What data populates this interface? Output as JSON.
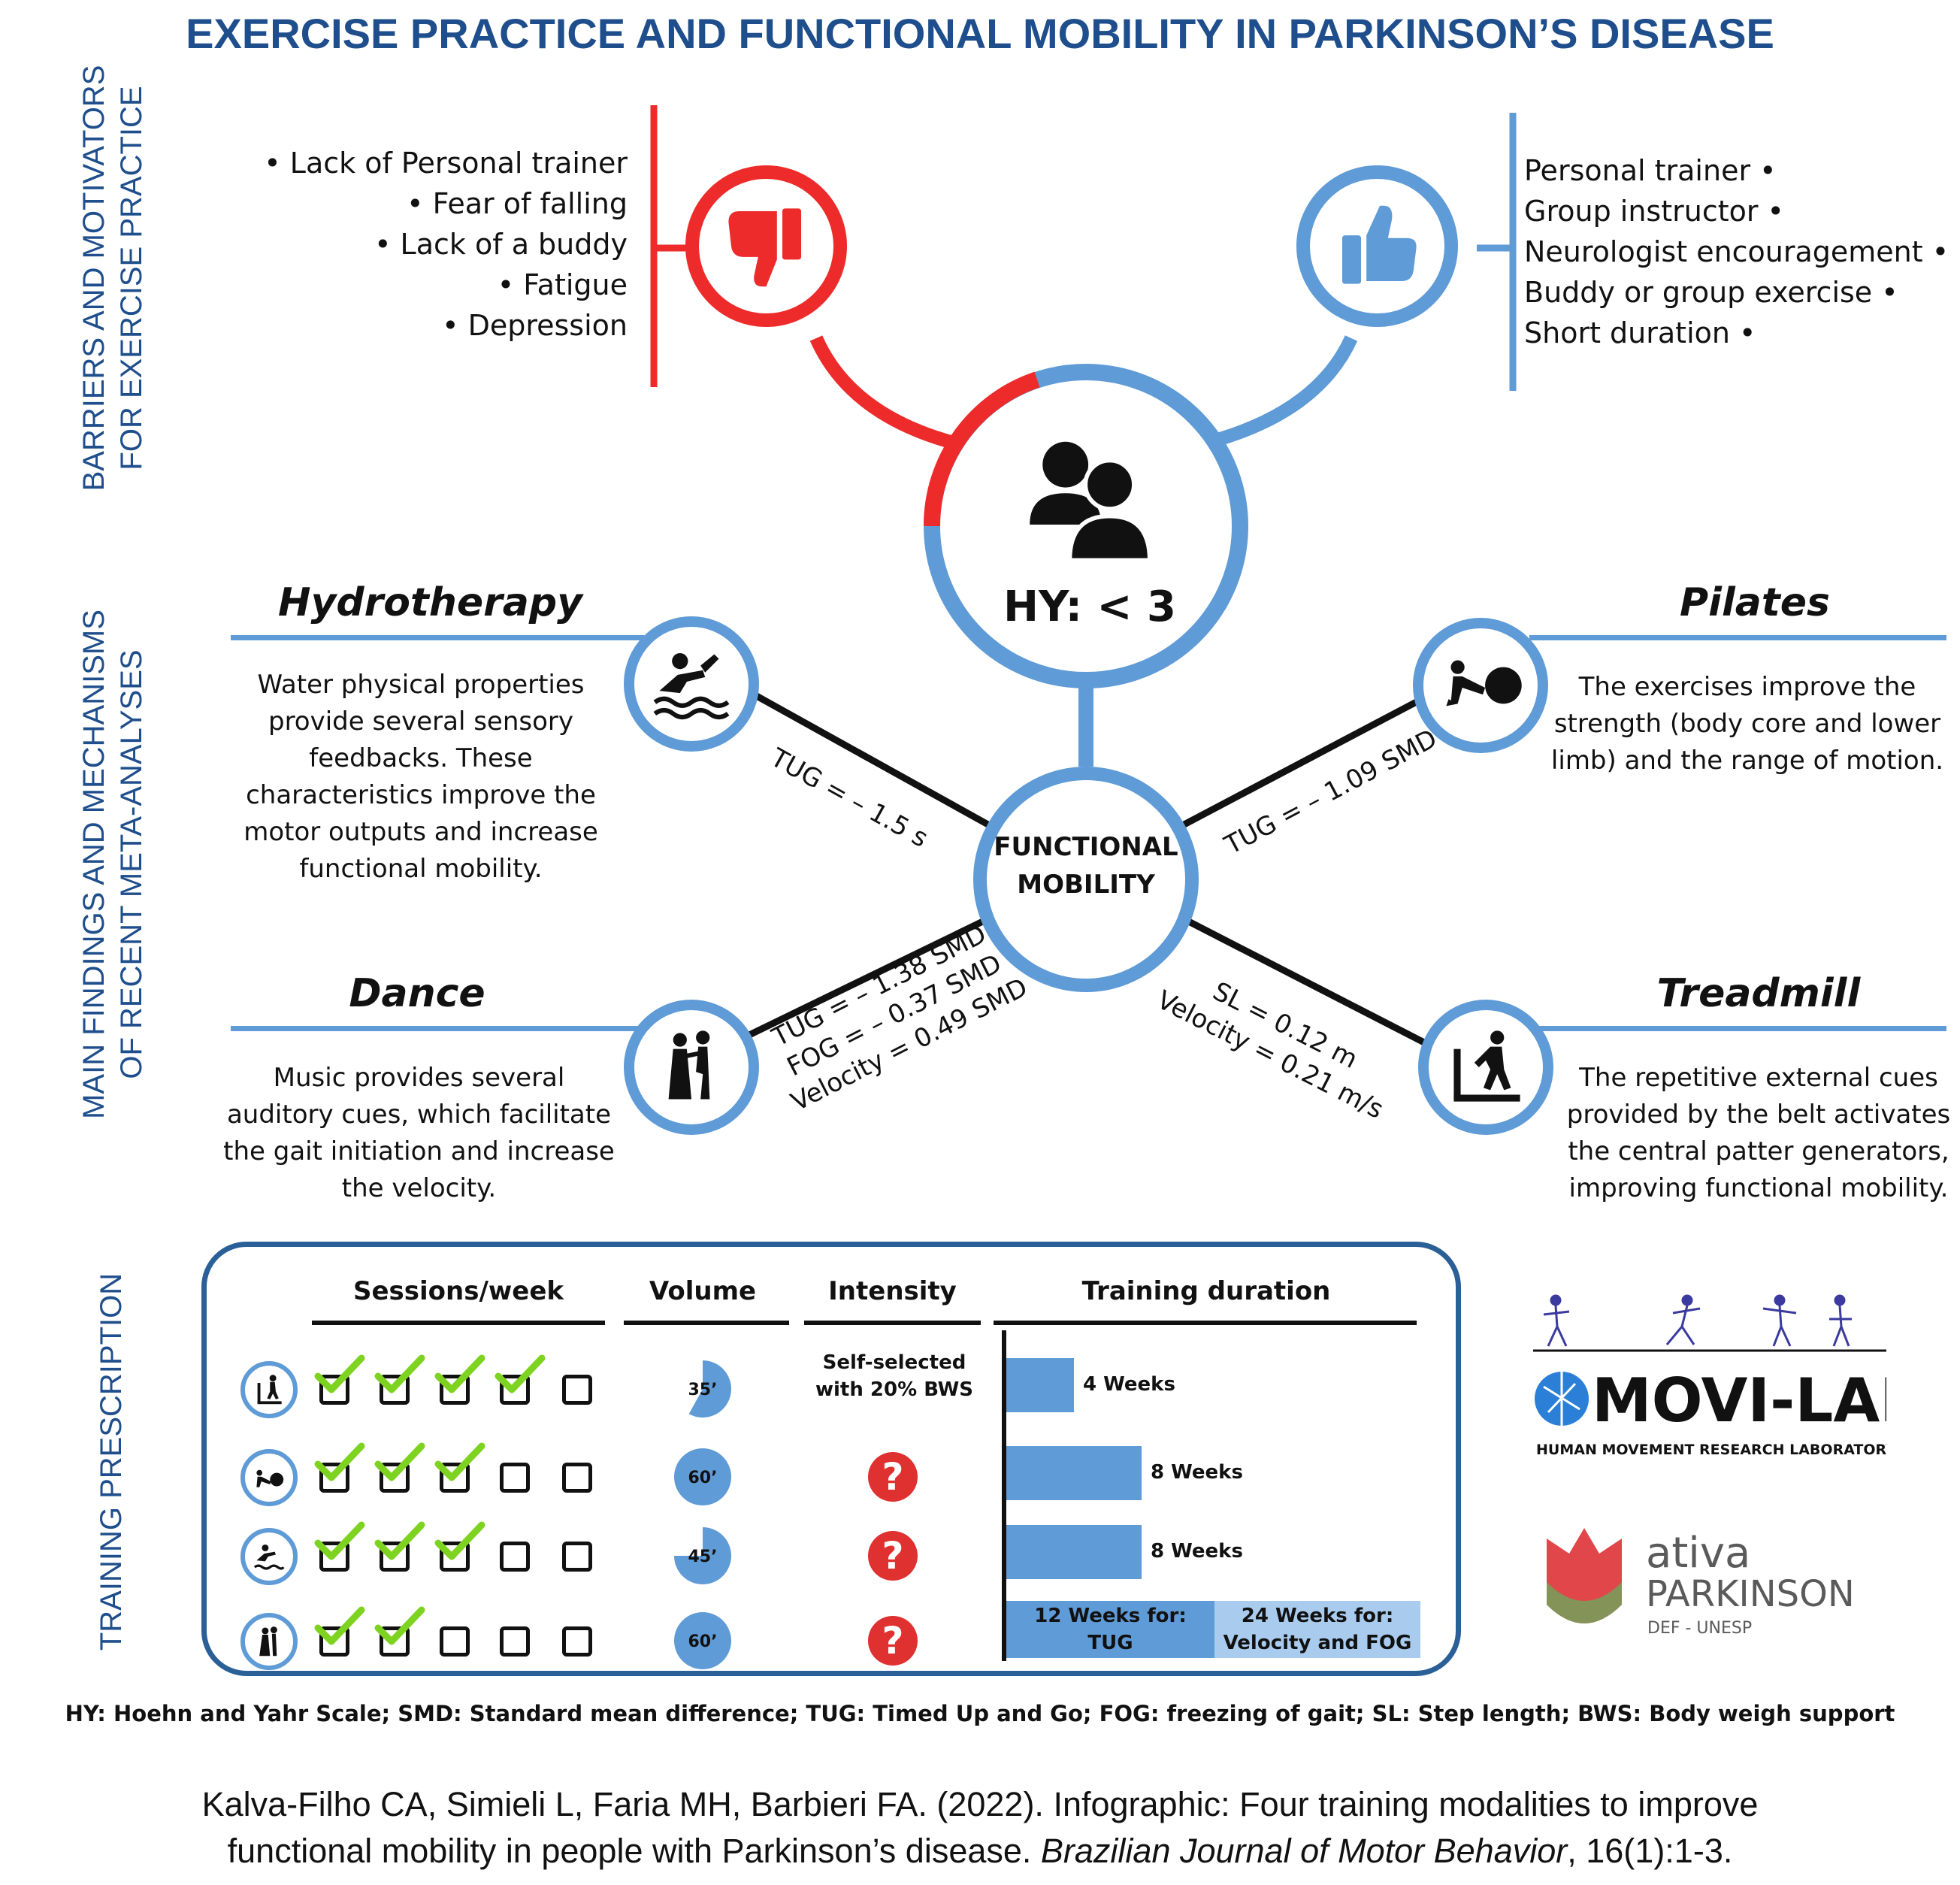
{
  "title": "EXERCISE PRACTICE AND FUNCTIONAL MOBILITY IN PARKINSON’S DISEASE",
  "side_labels": {
    "barriers": [
      "BARRIERS AND MOTIVATORS",
      "FOR EXERCISE PRACTICE"
    ],
    "findings": [
      "MAIN FINDINGS AND MECHANISMS",
      "OF RECENT META-ANALYSES"
    ],
    "prescription": "TRAINING PRESCRIPTION"
  },
  "barriers": [
    "• Lack of Personal trainer",
    "• Fear of falling",
    "• Lack of a buddy",
    "• Fatigue",
    "• Depression"
  ],
  "motivators": [
    "Personal trainer •",
    "Group instructor •",
    "Neurologist encouragement •",
    "Buddy or group exercise •",
    "Short duration •"
  ],
  "center": {
    "hy": "HY: < 3",
    "functional": [
      "FUNCTIONAL",
      "MOBILITY"
    ]
  },
  "modalities": {
    "hydrotherapy": {
      "title": "Hydrotherapy",
      "desc": "Water physical properties provide several sensory feedbacks. These characteristics improve the motor outputs and increase functional mobility.",
      "stat": "TUG = – 1.5 s"
    },
    "pilates": {
      "title": "Pilates",
      "desc": "The exercises improve the strength (body core and lower limb) and the range of motion.",
      "stat": "TUG = – 1.09 SMD"
    },
    "dance": {
      "title": "Dance",
      "desc": "Music provides several auditory cues, which facilitate the gait initiation and increase the velocity.",
      "stats": [
        "TUG = – 1.38 SMD",
        "FOG = – 0.37 SMD",
        "Velocity = 0.49 SMD"
      ]
    },
    "treadmill": {
      "title": "Treadmill",
      "desc": "The repetitive external cues provided by the belt activates the central patter generators, improving functional mobility.",
      "stats": [
        "SL = 0.12 m",
        "Velocity = 0.21 m/s"
      ]
    }
  },
  "prescription": {
    "headers": {
      "sessions": "Sessions/week",
      "volume": "Volume",
      "intensity": "Intensity",
      "duration": "Training duration"
    },
    "rows": [
      {
        "icon": "treadmill-icon",
        "sessions": 4,
        "volume": "35’",
        "volume_fraction": 0.58,
        "intensity": "Self-selected with 20% BWS",
        "duration": "4 Weeks",
        "weeks": 4
      },
      {
        "icon": "pilates-icon",
        "sessions": 3,
        "volume": "60’",
        "volume_fraction": 1.0,
        "intensity": "?",
        "duration": "8 Weeks",
        "weeks": 8
      },
      {
        "icon": "hydrotherapy-icon",
        "sessions": 3,
        "volume": "45’",
        "volume_fraction": 0.75,
        "intensity": "?",
        "duration": "8 Weeks",
        "weeks": 8
      },
      {
        "icon": "dance-icon",
        "sessions": 2,
        "volume": "60’",
        "volume_fraction": 1.0,
        "intensity": "?",
        "duration_split": [
          "12 Weeks for: TUG",
          "24 Weeks for: Velocity and FOG"
        ]
      }
    ]
  },
  "logos": {
    "movilab": "MOVI-LAB",
    "movilab_sub": "HUMAN MOVEMENT RESEARCH LABORATORY",
    "ativa": "ativa",
    "parkinson": "PARKINSON",
    "ativa_sub": "DEF - UNESP"
  },
  "abbreviations": "HY: Hoehn and Yahr Scale; SMD: Standard mean difference; TUG: Timed Up and Go; FOG: freezing of gait; SL: Step length; BWS: Body weigh support",
  "citation": {
    "line1": "Kalva-Filho CA, Simieli L, Faria MH, Barbieri FA. (2022). Infographic: Four training modalities to improve",
    "line2_pre": "functional mobility in people with Parkinson’s disease. ",
    "journal": "Brazilian Journal of Motor Behavior",
    "line2_post": ", 16(1):1-3."
  },
  "colors": {
    "blue": "#5f9bd6",
    "red": "#ee2b2b",
    "navy": "#1f4e8c",
    "green": "#7ed321"
  }
}
